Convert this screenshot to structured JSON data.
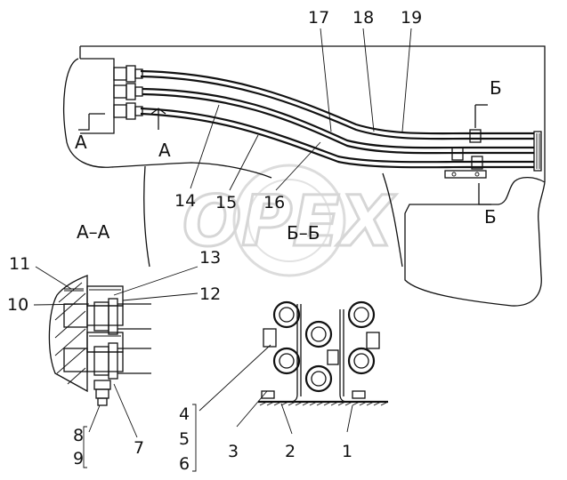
{
  "watermark": "OPEX",
  "section_labels": {
    "view_aa": "А–А",
    "view_bb": "Б–Б",
    "cut_a_left": "А",
    "cut_a_right": "А",
    "cut_b_top": "Б",
    "cut_b_bottom": "Б"
  },
  "callouts": {
    "n1": "1",
    "n2": "2",
    "n3": "3",
    "n4": "4",
    "n5": "5",
    "n6": "6",
    "n7": "7",
    "n8": "8",
    "n9": "9",
    "n10": "10",
    "n11": "11",
    "n12": "12",
    "n13": "13",
    "n14": "14",
    "n15": "15",
    "n16": "16",
    "n17": "17",
    "n18": "18",
    "n19": "19"
  }
}
